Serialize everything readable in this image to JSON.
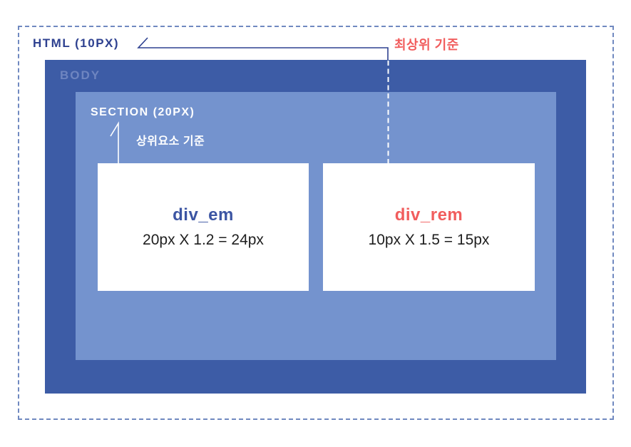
{
  "diagram": {
    "title_context": "CSS em vs rem font-size reference diagram",
    "html_label": "HTML (10PX)",
    "body_label": "BODY",
    "section_label": "SECTION (20PX)",
    "annotations": {
      "root_reference": "최상위 기준",
      "parent_reference": "상위요소 기준"
    },
    "boxes": {
      "div_em": {
        "title": "div_em",
        "formula": "20px X 1.2 = 24px"
      },
      "div_rem": {
        "title": "div_rem",
        "formula": "10px X 1.5 = 15px"
      }
    }
  },
  "colors": {
    "background": "#ffffff",
    "dashed_border": "#7089c0",
    "html_label_text": "#2e4190",
    "body_fill": "#3d5ca6",
    "body_label_text": "#6e85c0",
    "section_fill": "#7493ce",
    "white_text": "#ffffff",
    "accent_red": "#f15d5d",
    "em_title_blue": "#3c55a3",
    "formula_text": "#1e1e1e",
    "connector_blue": "#2e4190",
    "connector_dashed_white": "#ffffff"
  }
}
